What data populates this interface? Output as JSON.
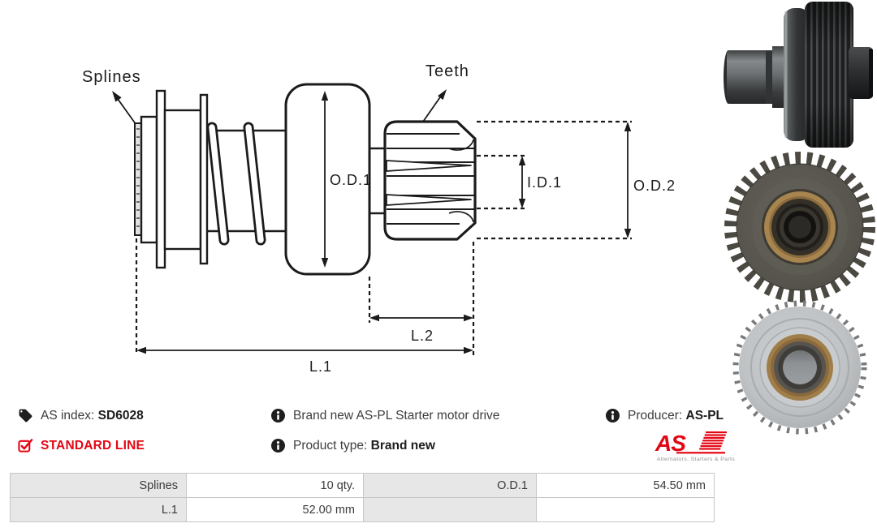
{
  "diagram": {
    "labels": {
      "splines": "Splines",
      "teeth": "Teeth",
      "od1": "O.D.1",
      "id1": "I.D.1",
      "od2": "O.D.2",
      "l2": "L.2",
      "l1": "L.1"
    }
  },
  "info": {
    "as_index": {
      "icon": "tag-icon",
      "label": "AS index:",
      "value": "SD6028"
    },
    "standard_line": {
      "icon": "checkbox-checked-icon",
      "text": "STANDARD LINE"
    },
    "description": {
      "icon": "info-icon",
      "text": "Brand new AS-PL Starter motor drive"
    },
    "product_type": {
      "icon": "info-icon",
      "label": "Product type:",
      "value": "Brand new"
    },
    "producer": {
      "icon": "info-icon",
      "label": "Producer:",
      "value": "AS-PL"
    }
  },
  "logo": {
    "text": "AS",
    "tagline": "Alternators, Starters & Parts"
  },
  "spec_table": {
    "rows": [
      {
        "c1_label": "Splines",
        "c1_value": "10 qty.",
        "c2_label": "O.D.1",
        "c2_value": "54.50 mm"
      },
      {
        "c1_label": "L.1",
        "c1_value": "52.00 mm",
        "c2_label": "",
        "c2_value": ""
      }
    ]
  },
  "photos": [
    {
      "name": "starter-drive-side-view"
    },
    {
      "name": "starter-drive-gear-front"
    },
    {
      "name": "starter-drive-clutch-back"
    }
  ],
  "colors": {
    "accent_red": "#e30613",
    "drawing_stroke": "#1b1b1b",
    "table_label_bg": "#e7e7e7",
    "table_border": "#c6c6c6",
    "bronze_seal": "#a8854e"
  }
}
